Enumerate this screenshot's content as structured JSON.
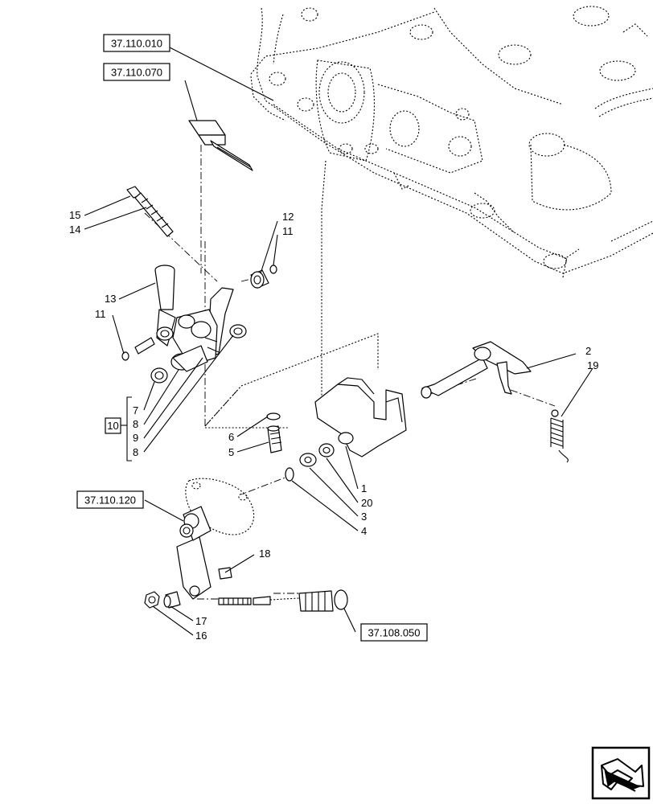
{
  "references": {
    "r1": "37.110.010",
    "r2": "37.110.070",
    "r3": "37.110.120",
    "r4": "37.108.050"
  },
  "group_label": "10",
  "callouts": {
    "c1": "1",
    "c2": "2",
    "c3": "3",
    "c4": "4",
    "c5": "5",
    "c6": "6",
    "c7": "7",
    "c8a": "8",
    "c8b": "8",
    "c9": "9",
    "c11a": "11",
    "c11b": "11",
    "c12": "12",
    "c13": "13",
    "c14": "14",
    "c15": "15",
    "c16": "16",
    "c17": "17",
    "c18": "18",
    "c19": "19",
    "c20": "20"
  },
  "nav": {
    "icon": "next-page-arrow-icon"
  }
}
